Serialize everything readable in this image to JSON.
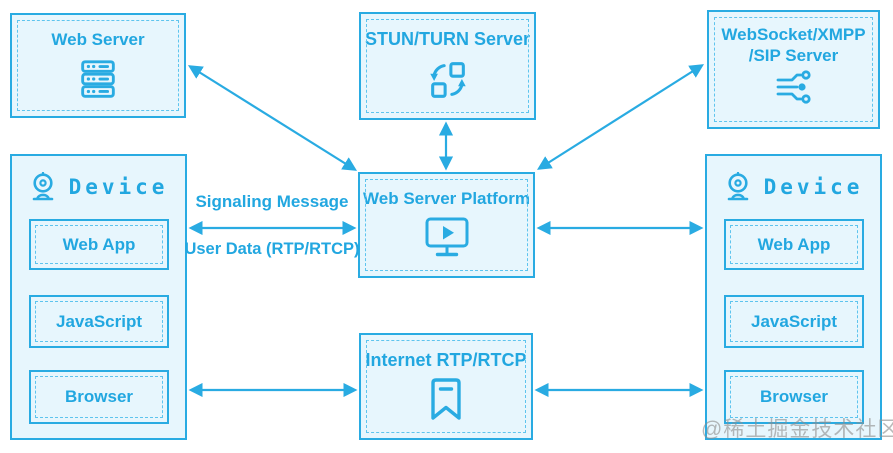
{
  "diagram": {
    "nodes": {
      "web_server": {
        "title": "Web Server",
        "icon": "server-stack-icon"
      },
      "stun_turn_server": {
        "title": "STUN/TURN Server",
        "icon": "sync-arrows-icon"
      },
      "websocket_server": {
        "title_line1": "WebSocket/XMPP",
        "title_line2": "/SIP Server",
        "icon": "network-nodes-icon"
      },
      "web_server_platform": {
        "title": "Web Server Platform",
        "icon": "monitor-play-icon"
      },
      "internet_rtp": {
        "title": "Internet RTP/RTCP",
        "icon": "bookmark-icon"
      },
      "device_left": {
        "title": "Device",
        "icon": "webcam-icon",
        "items": [
          {
            "label": "Web App"
          },
          {
            "label": "JavaScript"
          },
          {
            "label": "Browser"
          }
        ]
      },
      "device_right": {
        "title": "Device",
        "icon": "webcam-icon",
        "items": [
          {
            "label": "Web App"
          },
          {
            "label": "JavaScript"
          },
          {
            "label": "Browser"
          }
        ]
      }
    },
    "edge_labels": {
      "signaling": "Signaling Message",
      "user_data": "User Data (RTP/RTCP)"
    },
    "colors": {
      "accent": "#29abe2",
      "node_fill": "#e7f6fd",
      "dashed_border": "#5ec4ee",
      "text": "#22a7e0",
      "watermark": "#8f8f8f"
    },
    "watermark": "@稀土掘金技术社区"
  }
}
